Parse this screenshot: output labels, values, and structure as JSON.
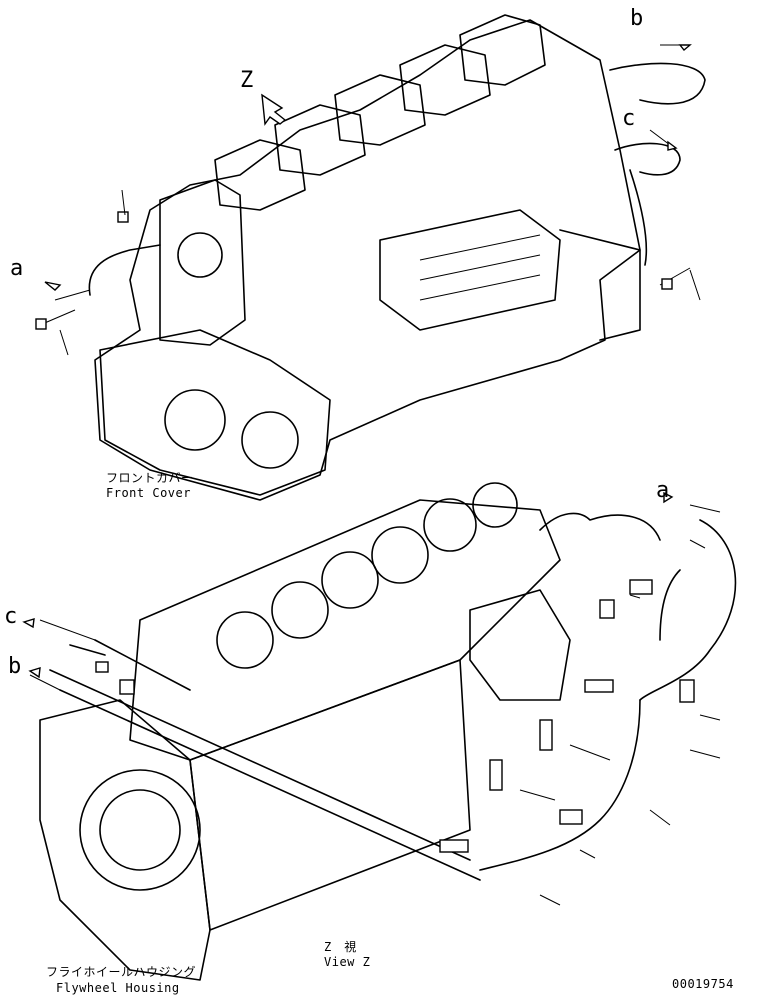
{
  "callouts": {
    "view_letter": "Z",
    "a_top": "a",
    "b_top": "b",
    "c_top": "c",
    "a_bottom": "a",
    "b_bottom": "b",
    "c_bottom": "c"
  },
  "front_cover": {
    "jp": "フロントカバー",
    "en": "Front Cover"
  },
  "view_z": {
    "jp": "Z　視",
    "en": "View Z"
  },
  "flywheel_housing": {
    "jp": "フライホイールハウジング",
    "en": "Flywheel Housing"
  },
  "drawing_number": "00019754"
}
